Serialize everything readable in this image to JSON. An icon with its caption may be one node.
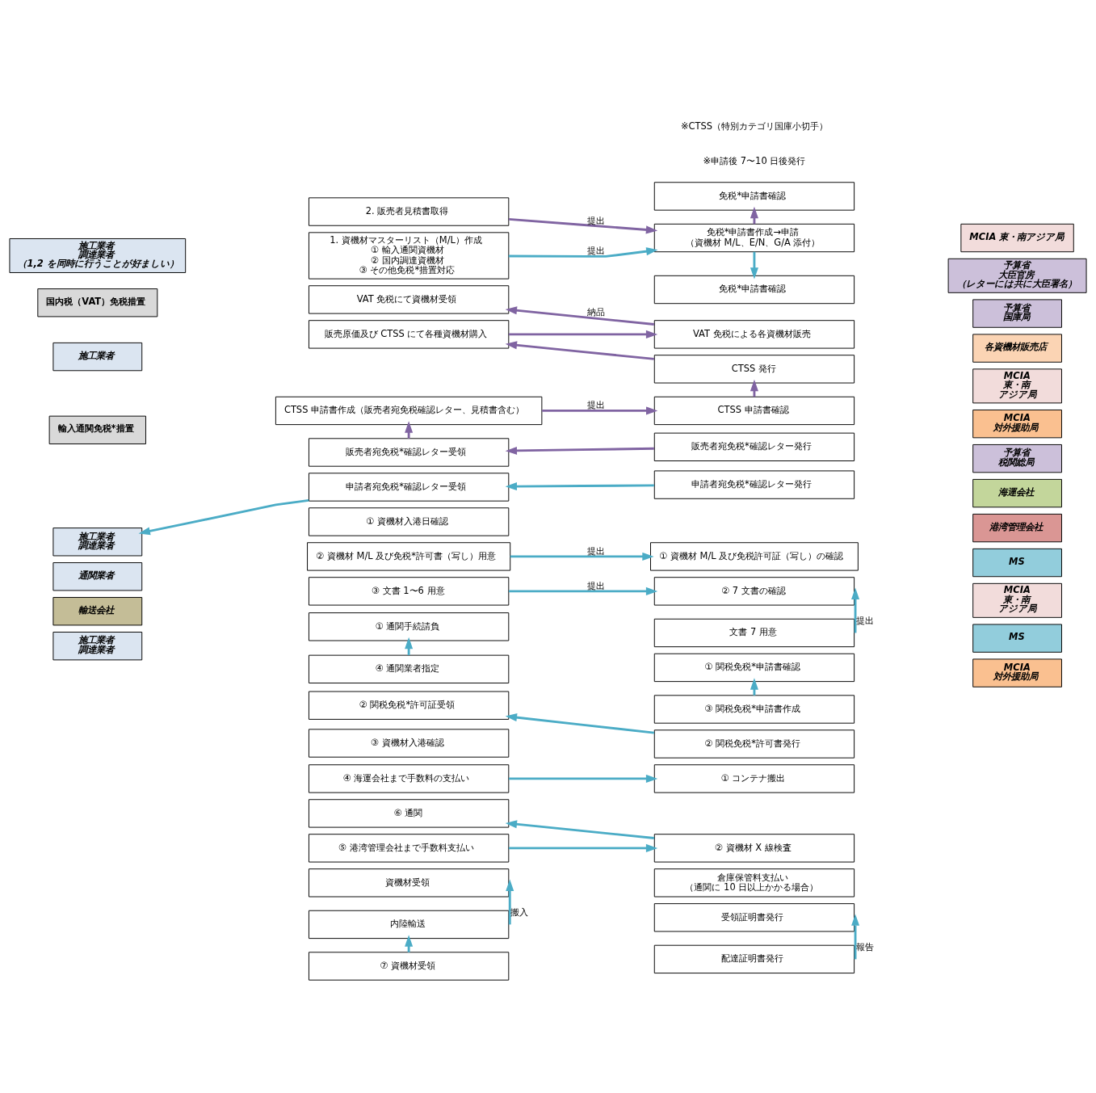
{
  "diagram": {
    "nodes": [
      {
        "text": [
          "施工業者",
          "調達業者",
          "（1,2 を同時に行うことが好ましい）"
        ]
      },
      {
        "text": [
          "1. 資機材マスターリスト（M/L）作成",
          "① 輸入通関資機材",
          "② 国内調達資機材",
          "③ その他免税*措置対応"
        ]
      },
      {
        "text": [
          "申請者宛免税*確認レター受領"
        ]
      },
      {
        "text": [
          "2. 販売者見積書取得"
        ]
      },
      {
        "text": [
          "販売者宛免税*確認レター受領"
        ]
      },
      {
        "text": [
          "免税*申請書作成→申請",
          "（資機材 M/L、E/N、G/A 添付）"
        ]
      },
      {
        "text": [
          "MCIA 東・南アジア局"
        ]
      },
      {
        "text": [
          "免税*申請書確認"
        ]
      },
      {
        "text": [
          "申請者宛免税*確認レター発行"
        ]
      },
      {
        "text": [
          "免税*申請書確認"
        ]
      },
      {
        "text": [
          "販売者宛免税*確認レター発行"
        ]
      },
      {
        "text": [
          "予算省",
          "大臣官房",
          "（レターには共に大臣署名）"
        ]
      },
      {
        "text": [
          "国内税（VAT）免税措置"
        ]
      },
      {
        "text": [
          "施工業者"
        ]
      },
      {
        "text": [
          "CTSS 申請書作成（販売者宛免税確認レター、見積書含む）"
        ]
      },
      {
        "text": [
          "販売原価及び CTSS にて各種資機材購入"
        ]
      },
      {
        "text": [
          "VAT 免税にて資機材受領"
        ]
      },
      {
        "text": [
          "CTSS 申請書確認"
        ]
      },
      {
        "text": [
          "CTSS 発行"
        ]
      },
      {
        "text": [
          "予算省",
          "国庫局"
        ]
      },
      {
        "text": [
          "VAT 免税による各資機材販売"
        ]
      },
      {
        "text": [
          "各資機材販売店"
        ]
      },
      {
        "text": [
          "輸入通関免税*措置"
        ]
      },
      {
        "text": [
          "施工業者",
          "調達業者"
        ]
      },
      {
        "text": [
          "① 資機材入港日確認"
        ]
      },
      {
        "text": [
          "② 資機材 M/L 及び免税*許可書（写し）用意"
        ]
      },
      {
        "text": [
          "③ 文書 1〜6 用意"
        ]
      },
      {
        "text": [
          "④ 通関業者指定"
        ]
      },
      {
        "text": [
          "文書 7 用意"
        ]
      },
      {
        "text": [
          "MCIA",
          "東・南",
          "アジア局"
        ]
      },
      {
        "text": [
          "① 資機材 M/L 及び免税許可証（写し）の確認"
        ]
      },
      {
        "text": [
          "② 7 文書の確認"
        ]
      },
      {
        "text": [
          "③ 関税免税*申請書作成"
        ]
      },
      {
        "text": [
          "MCIA",
          "対外援助局"
        ]
      },
      {
        "text": [
          "① 関税免税*申請書確認"
        ]
      },
      {
        "text": [
          "② 関税免税*許可書発行"
        ]
      },
      {
        "text": [
          "予算省",
          "税関総局"
        ]
      },
      {
        "text": [
          "通関業者"
        ]
      },
      {
        "text": [
          "① 通関手続請負"
        ]
      },
      {
        "text": [
          "② 関税免税*許可証受領"
        ]
      },
      {
        "text": [
          "③ 資機材入港確認"
        ]
      },
      {
        "text": [
          "④ 海運会社まで手数料の支払い"
        ]
      },
      {
        "text": [
          "⑤ 港湾管理会社まで手数料支払い"
        ]
      },
      {
        "text": [
          "⑥ 通関"
        ]
      },
      {
        "text": [
          "⑦ 資機材受領"
        ]
      },
      {
        "text": [
          "① コンテナ搬出"
        ]
      },
      {
        "text": [
          "海運会社"
        ]
      },
      {
        "text": [
          "② 資機材 X 線検査"
        ]
      },
      {
        "text": [
          "港湾管理会社"
        ]
      },
      {
        "text": [
          "倉庫保管料支払い",
          "（通関に 10 日以上かかる場合）"
        ]
      },
      {
        "text": [
          "MS"
        ]
      },
      {
        "text": [
          "MCIA",
          "東・南",
          "アジア局"
        ]
      },
      {
        "text": [
          "輸送会社"
        ]
      },
      {
        "text": [
          "内陸輸送"
        ]
      },
      {
        "text": [
          "施工業者",
          "調達業者"
        ]
      },
      {
        "text": [
          "資機材受領"
        ]
      },
      {
        "text": [
          "配達証明書発行"
        ]
      },
      {
        "text": [
          "MS"
        ]
      },
      {
        "text": [
          "受領証明書発行"
        ]
      },
      {
        "text": [
          "MCIA",
          "対外援助局"
        ]
      }
    ],
    "edges": [
      {
        "from": 1,
        "to": 5,
        "arrow": "to",
        "label": "提出"
      },
      {
        "from": 3,
        "to": 5,
        "arrow": "to",
        "label": "提出",
        "color": "#8064a2"
      },
      {
        "from": 5,
        "to": 7,
        "arrow": "to"
      },
      {
        "from": 5,
        "to": 9,
        "arrow": "to",
        "color": "#8064a2"
      },
      {
        "from": 8,
        "to": 2,
        "arrow": "to"
      },
      {
        "from": 10,
        "to": 4,
        "arrow": "to",
        "color": "#8064a2"
      },
      {
        "from": 2,
        "to": 23,
        "arrow": "to"
      },
      {
        "from": 4,
        "to": 14,
        "arrow": "to",
        "color": "#8064a2"
      },
      {
        "from": 14,
        "to": 17,
        "arrow": "to",
        "label": "提出",
        "color": "#8064a2"
      },
      {
        "from": 17,
        "to": 18,
        "arrow": "to",
        "color": "#8064a2"
      },
      {
        "from": 18,
        "to": 15,
        "arrow": "to",
        "color": "#8064a2"
      },
      {
        "from": 15,
        "to": 20,
        "arrow": "to",
        "color": "#8064a2"
      },
      {
        "from": 20,
        "to": 16,
        "arrow": "to",
        "label": "納品",
        "color": "#8064a2"
      },
      {
        "from": 25,
        "to": 30,
        "arrow": "to",
        "label": "提出"
      },
      {
        "from": 28,
        "to": 31,
        "arrow": "to",
        "label": "提出"
      },
      {
        "from": 26,
        "to": 31,
        "arrow": "to",
        "label": "提出"
      },
      {
        "from": 32,
        "to": 34,
        "arrow": "to"
      },
      {
        "from": 27,
        "to": 38,
        "arrow": "to"
      },
      {
        "from": 35,
        "to": 39,
        "arrow": "to"
      },
      {
        "from": 41,
        "to": 45,
        "arrow": "to"
      },
      {
        "from": 42,
        "to": 47,
        "arrow": "to"
      },
      {
        "from": 47,
        "to": 43,
        "arrow": "to"
      },
      {
        "from": 44,
        "to": 53,
        "arrow": "to"
      },
      {
        "from": 53,
        "to": 55,
        "arrow": "to",
        "label": "搬入"
      },
      {
        "from": 56,
        "to": 58,
        "arrow": "to",
        "label": "報告"
      }
    ],
    "labels": [
      "※申請後 7〜10 日後発行",
      "※CTSS（特別カテゴリ国庫小切手）"
    ]
  }
}
